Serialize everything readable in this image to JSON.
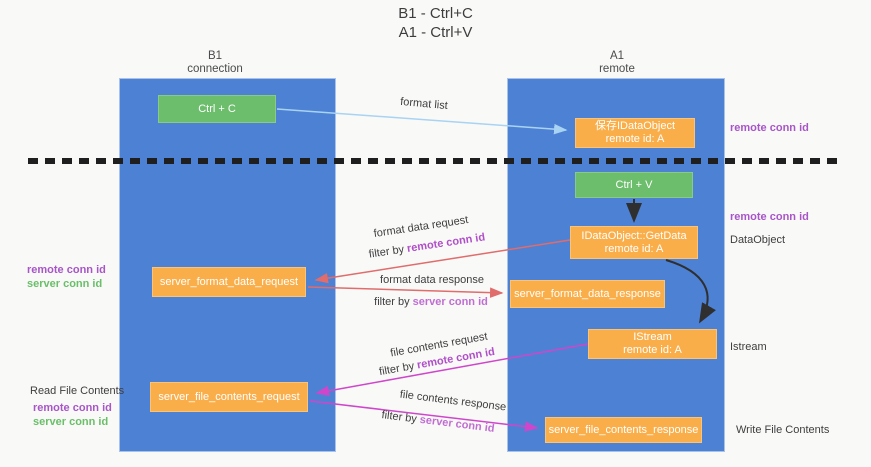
{
  "title": {
    "line1": "B1 - Ctrl+C",
    "line2": "A1 - Ctrl+V"
  },
  "lanes": {
    "b1": {
      "name": "B1",
      "role": "connection"
    },
    "a1": {
      "name": "A1",
      "role": "remote"
    }
  },
  "boxes": {
    "ctrl_c": "Ctrl + C",
    "ctrl_v": "Ctrl + V",
    "save_idataobject": {
      "line1": "保存IDataObject",
      "line2": "remote id: A"
    },
    "getdata": {
      "line1": "IDataObject::GetData",
      "line2": "remote id: A"
    },
    "istream": {
      "line1": "IStream",
      "line2": "remote id: A"
    },
    "server_format_data_request": "server_format_data_request",
    "server_format_data_response": "server_format_data_response",
    "server_file_contents_request": "server_file_contents_request",
    "server_file_contents_response": "server_file_contents_response"
  },
  "flow_labels": {
    "format_list": "format list",
    "format_data_request": "format data request",
    "format_data_response": "format data response",
    "file_contents_request": "file contents request",
    "file_contents_response": "file contents response",
    "filter_by": "filter by ",
    "remote_conn_id": "remote conn id",
    "server_conn_id": "server conn id"
  },
  "side_labels": {
    "right_remote_conn_id_top": "remote conn id",
    "right_remote_conn_id_mid": "remote conn id",
    "data_object": "DataObject",
    "istream": "Istream",
    "write_file_contents": "Write File Contents",
    "left_remote_conn_id_top": "remote conn id",
    "left_server_conn_id_top": "server conn id",
    "read_file_contents": "Read File Contents",
    "left_remote_conn_id_bottom": "remote conn id",
    "left_server_conn_id_bottom": "server conn id"
  },
  "colors": {
    "background": "#f9f9f8",
    "lane_blue": "#4d81d4",
    "box_green": "#6cbe6c",
    "box_orange": "#faae4a",
    "label_purple": "#a855c8",
    "label_green": "#6abf69",
    "arrow_light_blue": "#a9d3f2",
    "arrow_red": "#e06c6c",
    "arrow_magenta": "#cf46cb",
    "arrow_black": "#2f2f2f",
    "separator_black": "#1f1f1f"
  }
}
